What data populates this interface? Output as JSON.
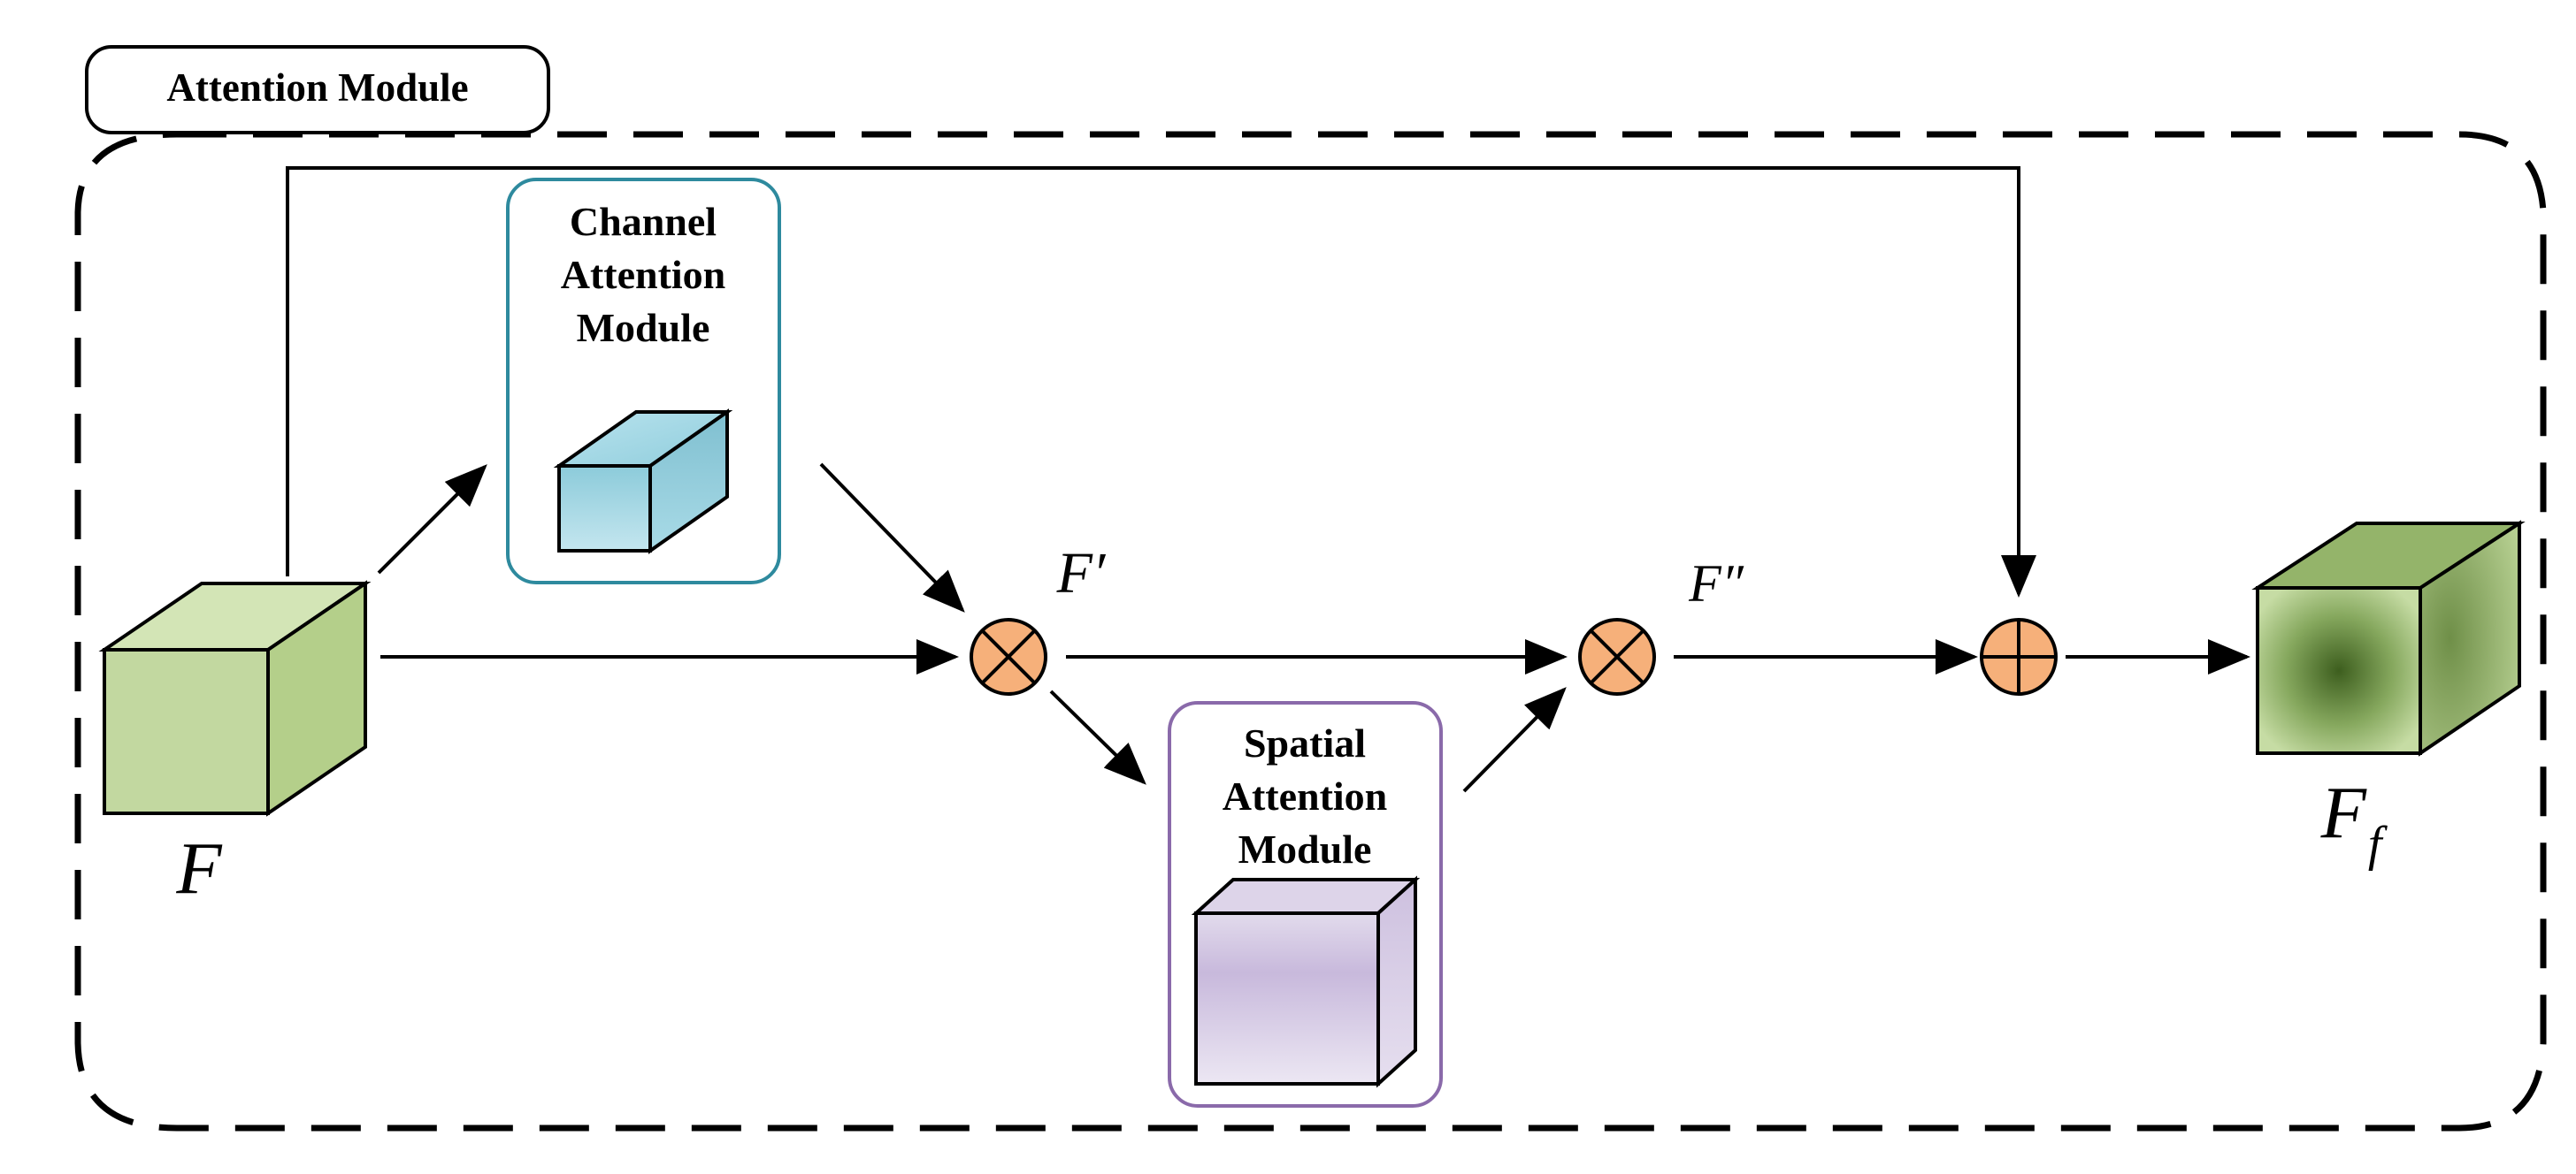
{
  "title": "Attention Module",
  "channel_module": {
    "line1": "Channel",
    "line2": "Attention",
    "line3": "Module"
  },
  "spatial_module": {
    "line1": "Spatial",
    "line2": "Attention",
    "line3": "Module"
  },
  "labels": {
    "input": "F",
    "after_channel": "F′",
    "after_spatial": "F″",
    "output_base": "F",
    "output_sub": "f"
  },
  "operators": {
    "multiply_symbol": "multiply-circle",
    "add_symbol": "add-circle"
  },
  "colors": {
    "channel_border": "#2e8a9e",
    "spatial_border": "#8a6aaa",
    "operator_fill": "#f6b07a",
    "input_cube": "#c2d8a0",
    "output_cube_center": "#3d5e1e",
    "output_cube_edge": "#b7d092",
    "channel_cube": "#9fd3e0",
    "spatial_cube": "#d3c8e0"
  }
}
